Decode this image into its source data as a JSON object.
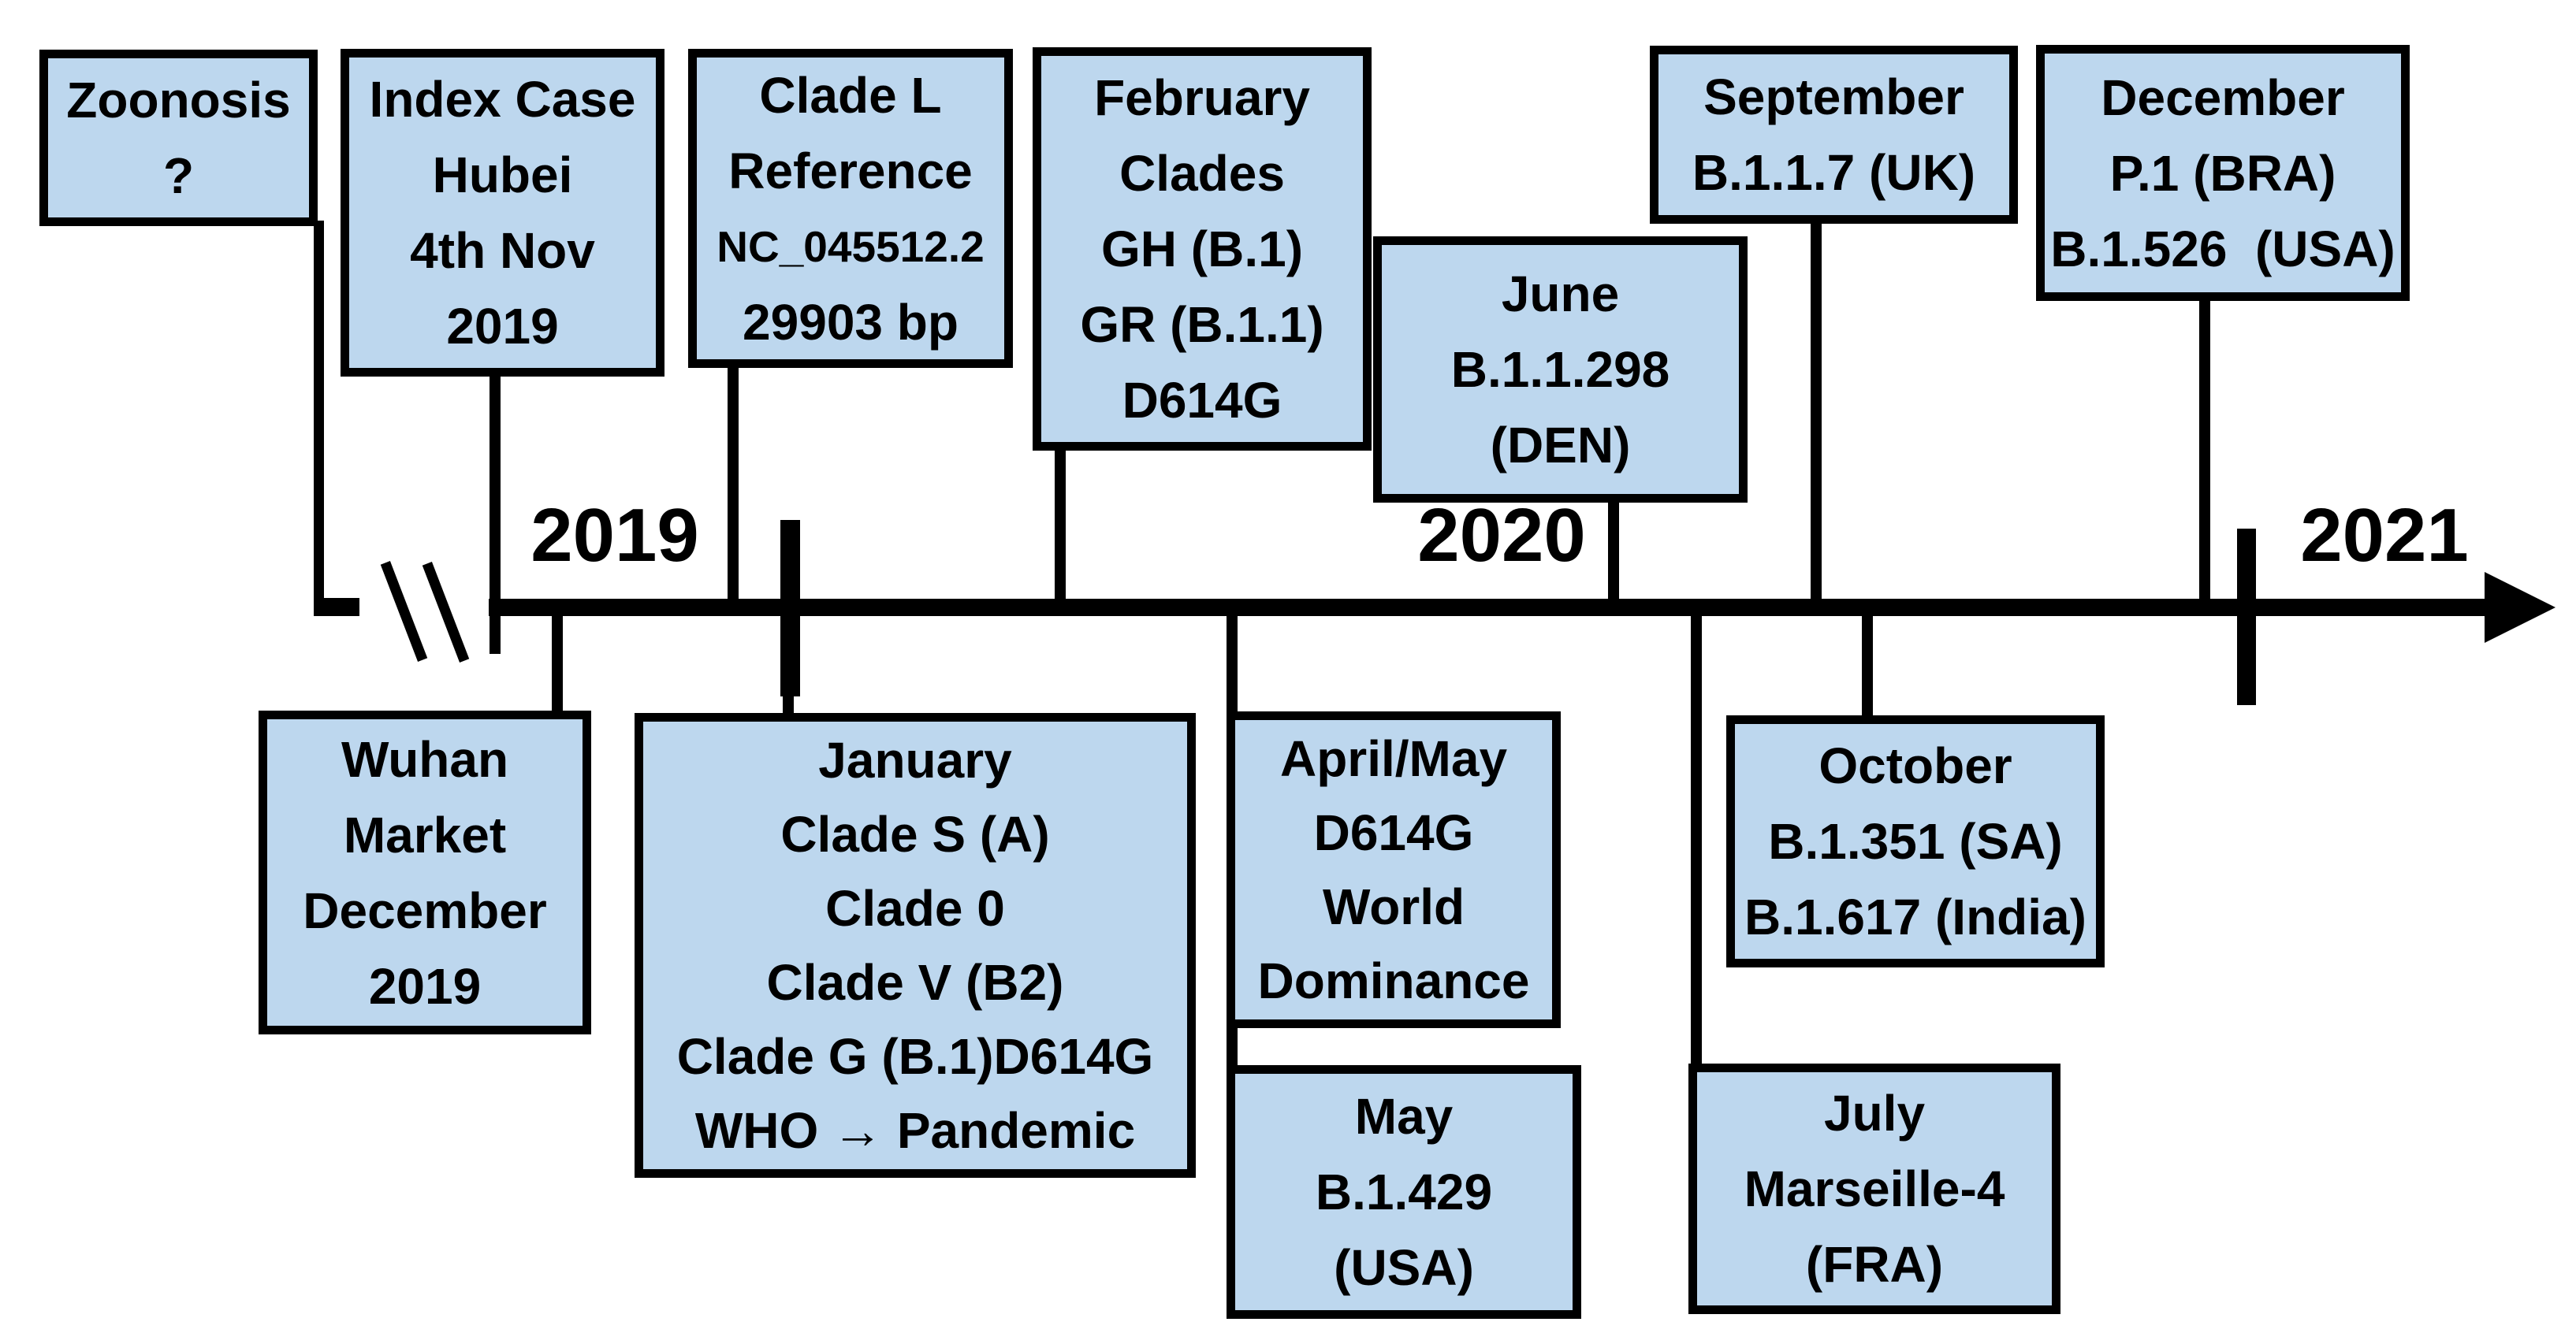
{
  "figure": {
    "description": "SARS-CoV-2 variant emergence timeline 2019-2021",
    "colors": {
      "box_fill": "#BDD7EE",
      "box_border": "#000000",
      "line": "#000000",
      "background": "#ffffff"
    }
  },
  "years": {
    "y2019": "2019",
    "y2020": "2020",
    "y2021": "2021"
  },
  "boxes": {
    "zoonosis": {
      "lines": [
        "Zoonosis",
        "?"
      ]
    },
    "index_case": {
      "lines": [
        "Index Case",
        "Hubei",
        "4th Nov",
        "2019"
      ]
    },
    "clade_l": {
      "lines": [
        "Clade L",
        "Reference",
        "NC_045512.2",
        "29903 bp"
      ]
    },
    "february": {
      "lines": [
        "February",
        "Clades",
        "GH (B.1)",
        "GR (B.1.1)",
        "D614G"
      ]
    },
    "june": {
      "lines": [
        "June",
        "B.1.1.298",
        "(DEN)"
      ]
    },
    "september": {
      "lines": [
        "September",
        "B.1.1.7 (UK)"
      ]
    },
    "december": {
      "lines": [
        "December",
        "P.1 (BRA)",
        "B.1.526  (USA)"
      ]
    },
    "wuhan": {
      "lines": [
        "Wuhan",
        "Market",
        "December",
        "2019"
      ]
    },
    "january": {
      "lines": [
        "January",
        "Clade S (A)",
        "Clade 0",
        "Clade V (B2)",
        "Clade G (B.1)D614G",
        "WHO → Pandemic"
      ]
    },
    "april_may": {
      "lines": [
        "April/May",
        "D614G",
        "World",
        "Dominance"
      ]
    },
    "may": {
      "lines": [
        "May",
        "B.1.429",
        "(USA)"
      ]
    },
    "october": {
      "lines": [
        "October",
        "B.1.351 (SA)",
        "B.1.617 (India)"
      ]
    },
    "july": {
      "lines": [
        "July",
        "Marseille-4",
        "(FRA)"
      ]
    }
  }
}
